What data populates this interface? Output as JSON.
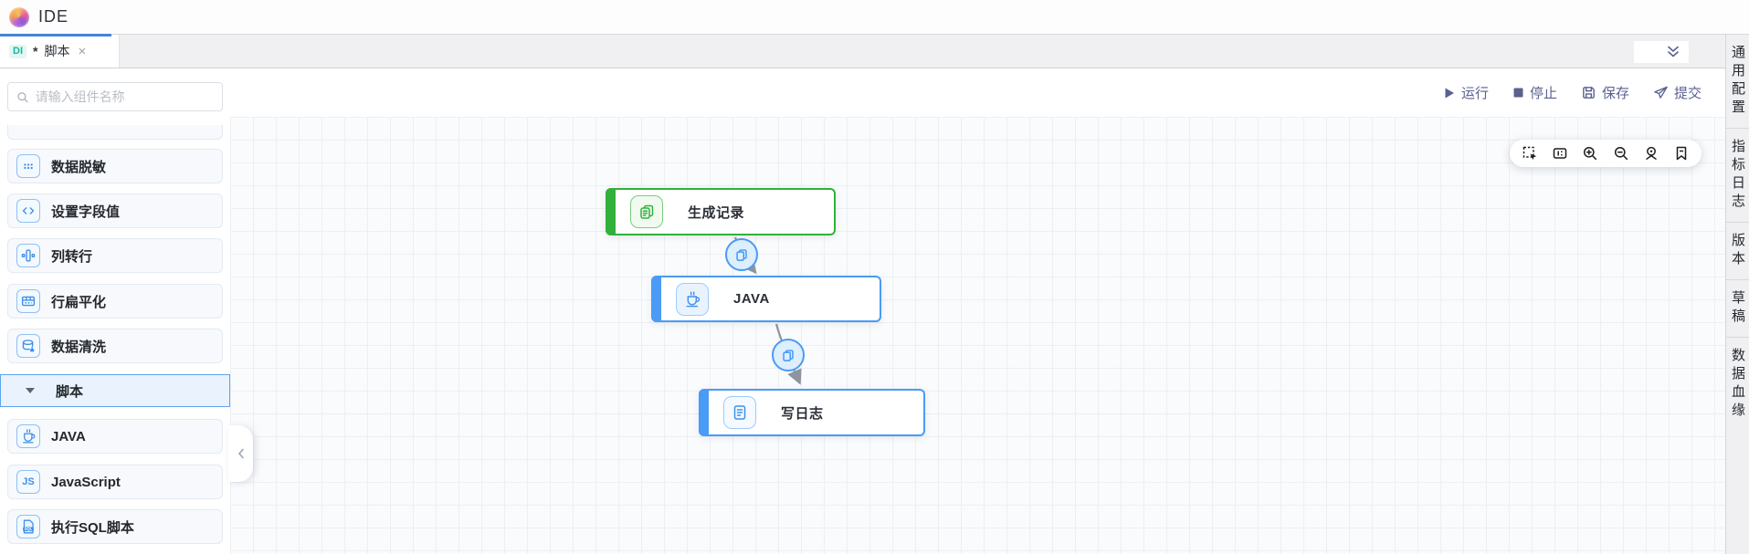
{
  "app_bar": {
    "title": "IDE",
    "logo": "gradient-orb-logo"
  },
  "tab_bar": {
    "active_tab": {
      "type_badge": "DI",
      "dirty_indicator": "*",
      "label": "脚本",
      "close": "×"
    },
    "collapse_icon": "double-chevron-down"
  },
  "run_toolbar": {
    "run": "运行",
    "stop": "停止",
    "save": "保存",
    "submit": "提交",
    "icons": [
      "play-icon",
      "stop-icon",
      "floppy-icon",
      "paper-plane-icon"
    ]
  },
  "sidebar": {
    "search_placeholder": "请输入组件名称",
    "group": {
      "label": "脚本",
      "state": "expanded"
    },
    "items": [
      {
        "label": "数据脱敏",
        "icon": "mask-dots-icon"
      },
      {
        "label": "设置字段值",
        "icon": "set-field-icon"
      },
      {
        "label": "列转行",
        "icon": "column-to-row-icon"
      },
      {
        "label": "行扁平化",
        "icon": "row-flatten-icon"
      },
      {
        "label": "数据清洗",
        "icon": "data-clean-icon"
      },
      {
        "label": "JAVA",
        "icon": "java-cup-icon"
      },
      {
        "label": "JavaScript",
        "icon": "js-badge-icon",
        "icon_text": "JS"
      },
      {
        "label": "执行SQL脚本",
        "icon": "sql-file-icon",
        "icon_text": "SQL"
      }
    ]
  },
  "canvas": {
    "nodes": [
      {
        "label": "生成记录",
        "color": "green",
        "icon": "copy-doc-icon"
      },
      {
        "label": "JAVA",
        "color": "blue",
        "icon": "java-cup-icon"
      },
      {
        "label": "写日志",
        "color": "blue",
        "icon": "log-doc-icon"
      }
    ],
    "edges": [
      {
        "from": "生成记录",
        "to": "JAVA",
        "badge_icon": "copy-icon"
      },
      {
        "from": "JAVA",
        "to": "写日志",
        "badge_icon": "copy-icon"
      }
    ],
    "toolbar_icons": [
      "marquee-select-icon",
      "minimap-icon",
      "zoom-in-icon",
      "zoom-out-icon",
      "locate-icon",
      "bookmark-icon"
    ]
  },
  "right_panel": {
    "tabs": [
      {
        "label": "通用配置"
      },
      {
        "label": "指标日志"
      },
      {
        "label": "版本"
      },
      {
        "label": "草稿"
      },
      {
        "label": "数据血缘"
      }
    ]
  },
  "colors": {
    "accent_blue": "#4a9bf6",
    "node_green": "#31b13a",
    "toolbar_slate": "#5a6090",
    "badge_teal": "#14b8a0",
    "tab_underline": "#4584d8"
  }
}
